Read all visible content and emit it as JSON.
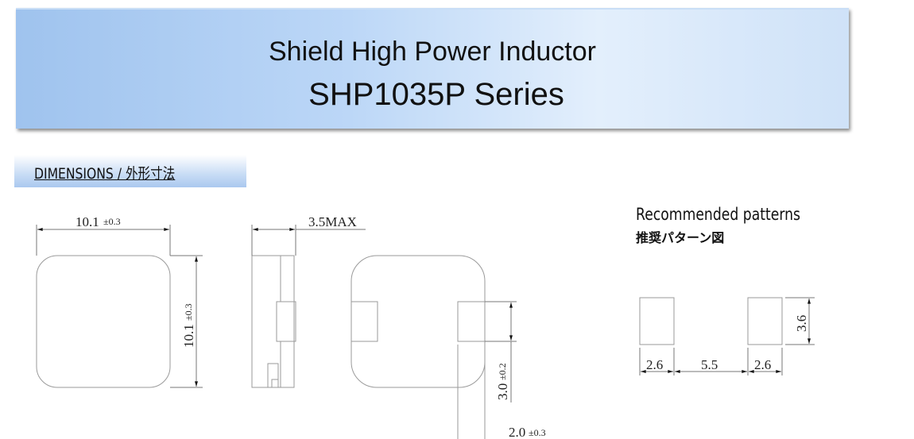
{
  "header": {
    "title": "Shield High Power Inductor",
    "series": "SHP1035P  Series"
  },
  "section": {
    "title": "DIMENSIONS / 外形寸法"
  },
  "dimensions": {
    "width": {
      "value": "10.1",
      "tol": "±0.3"
    },
    "length": {
      "value": "10.1",
      "tol": "±0.3"
    },
    "height": {
      "value": "3.5MAX"
    },
    "terminal_length": {
      "value": "3.0",
      "tol": "±0.2"
    },
    "terminal_width": {
      "value": "2.0",
      "tol": "±0.3"
    }
  },
  "pattern": {
    "title": "Recommended patterns",
    "title_jp": "推奨パターン図",
    "pad_width": "2.6",
    "gap": "5.5",
    "pad_width_2": "2.6",
    "pad_height": "3.6"
  }
}
